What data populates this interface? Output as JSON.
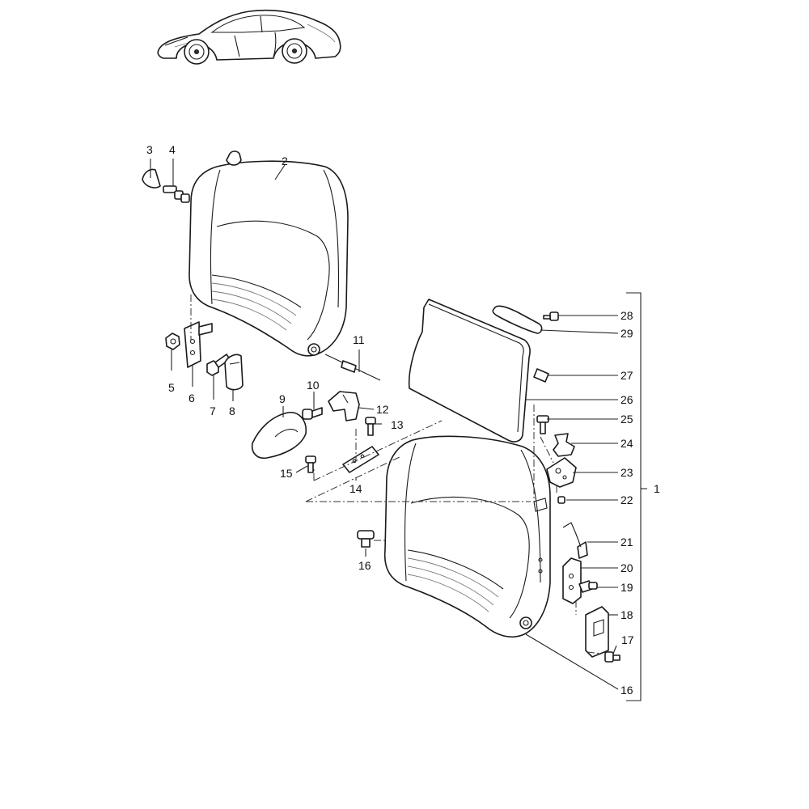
{
  "diagram": {
    "parts": [
      {
        "id": "p1",
        "number": "1"
      },
      {
        "id": "p2",
        "number": "2"
      },
      {
        "id": "p3",
        "number": "3"
      },
      {
        "id": "p4",
        "number": "4"
      },
      {
        "id": "p5",
        "number": "5"
      },
      {
        "id": "p6",
        "number": "6"
      },
      {
        "id": "p7",
        "number": "7"
      },
      {
        "id": "p8",
        "number": "8"
      },
      {
        "id": "p9",
        "number": "9"
      },
      {
        "id": "p10",
        "number": "10"
      },
      {
        "id": "p11",
        "number": "11"
      },
      {
        "id": "p12",
        "number": "12"
      },
      {
        "id": "p13",
        "number": "13"
      },
      {
        "id": "p14",
        "number": "14"
      },
      {
        "id": "p15",
        "number": "15"
      },
      {
        "id": "p16a",
        "number": "16"
      },
      {
        "id": "p16b",
        "number": "16"
      },
      {
        "id": "p17",
        "number": "17"
      },
      {
        "id": "p18",
        "number": "18"
      },
      {
        "id": "p19",
        "number": "19"
      },
      {
        "id": "p20",
        "number": "20"
      },
      {
        "id": "p21",
        "number": "21"
      },
      {
        "id": "p22",
        "number": "22"
      },
      {
        "id": "p23",
        "number": "23"
      },
      {
        "id": "p24",
        "number": "24"
      },
      {
        "id": "p25",
        "number": "25"
      },
      {
        "id": "p26",
        "number": "26"
      },
      {
        "id": "p27",
        "number": "27"
      },
      {
        "id": "p28",
        "number": "28"
      },
      {
        "id": "p29",
        "number": "29"
      }
    ]
  }
}
